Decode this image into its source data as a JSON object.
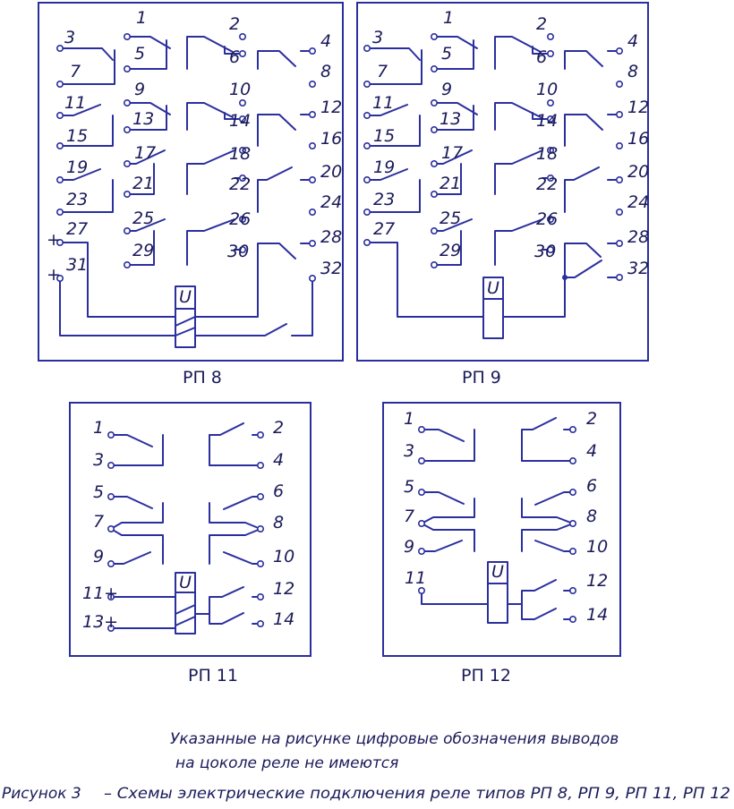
{
  "colors": {
    "line": "#2b2f9e",
    "text": "#1a1a5a",
    "background": "#ffffff"
  },
  "rp8": {
    "label": "РП 8",
    "pins": {
      "p1": "1",
      "p2": "2",
      "p3": "3",
      "p4": "4",
      "p5": "5",
      "p6": "6",
      "p7": "7",
      "p8": "8",
      "p9": "9",
      "p10": "10",
      "p11": "11",
      "p12": "12",
      "p13": "13",
      "p14": "14",
      "p15": "15",
      "p16": "16",
      "p17": "17",
      "p18": "18",
      "p19": "19",
      "p20": "20",
      "p21": "21",
      "p22": "22",
      "p23": "23",
      "p24": "24",
      "p25": "25",
      "p26": "26",
      "p27": "27",
      "p28": "28",
      "p29": "29",
      "p30": "30",
      "p31": "31",
      "p32": "32"
    },
    "plus1": "+",
    "plus2": "+",
    "coil": "U"
  },
  "rp9": {
    "label": "РП 9",
    "pins": {
      "p1": "1",
      "p2": "2",
      "p3": "3",
      "p4": "4",
      "p5": "5",
      "p6": "6",
      "p7": "7",
      "p8": "8",
      "p9": "9",
      "p10": "10",
      "p11": "11",
      "p12": "12",
      "p13": "13",
      "p14": "14",
      "p15": "15",
      "p16": "16",
      "p17": "17",
      "p18": "18",
      "p19": "19",
      "p20": "20",
      "p21": "21",
      "p22": "22",
      "p23": "23",
      "p24": "24",
      "p25": "25",
      "p26": "26",
      "p27": "27",
      "p28": "28",
      "p29": "29",
      "p30": "30",
      "p32": "32"
    },
    "coil": "U"
  },
  "rp11": {
    "label": "РП 11",
    "pins": {
      "p1": "1",
      "p2": "2",
      "p3": "3",
      "p4": "4",
      "p5": "5",
      "p6": "6",
      "p7": "7",
      "p8": "8",
      "p9": "9",
      "p10": "10",
      "p11": "11+",
      "p12": "12",
      "p13": "13+",
      "p14": "14"
    },
    "coil": "U"
  },
  "rp12": {
    "label": "РП 12",
    "pins": {
      "p1": "1",
      "p2": "2",
      "p3": "3",
      "p4": "4",
      "p5": "5",
      "p6": "6",
      "p7": "7",
      "p8": "8",
      "p9": "9",
      "p10": "10",
      "p11": "11",
      "p12": "12",
      "p14": "14"
    },
    "coil": "U"
  },
  "note": {
    "line1": "Указанные на рисунке цифровые обозначения выводов",
    "line2": "на цоколе реле не имеются"
  },
  "caption": {
    "prefix": "Рисунок 3",
    "text": "– Схемы электрические подключения реле типов РП 8, РП 9, РП 11, РП 12"
  }
}
